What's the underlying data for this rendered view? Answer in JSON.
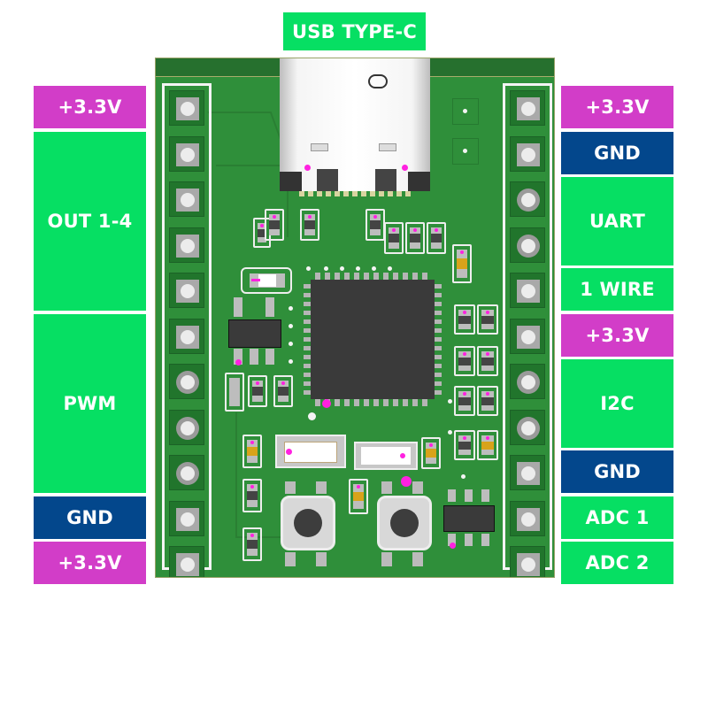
{
  "title_label": {
    "text": "USB TYPE-C",
    "color": "#06df63"
  },
  "colors": {
    "power": "#d23dc8",
    "ground": "#03478c",
    "signal": "#06df63",
    "pcb": "#2f8f3a",
    "silkscreen": "#f4f4f4",
    "marker": "#ff21e0"
  },
  "left_labels": [
    {
      "text": "+3.3V",
      "kind": "power",
      "pins": 1
    },
    {
      "text": "OUT 1-4",
      "kind": "signal",
      "pins": 4
    },
    {
      "text": "PWM",
      "kind": "signal",
      "pins": 4
    },
    {
      "text": "GND",
      "kind": "ground",
      "pins": 1
    },
    {
      "text": "+3.3V",
      "kind": "power",
      "pins": 1
    }
  ],
  "right_labels": [
    {
      "text": "+3.3V",
      "kind": "power",
      "pins": 1
    },
    {
      "text": "GND",
      "kind": "ground",
      "pins": 1
    },
    {
      "text": "UART",
      "kind": "signal",
      "pins": 2
    },
    {
      "text": "1 WIRE",
      "kind": "signal",
      "pins": 1
    },
    {
      "text": "+3.3V",
      "kind": "power",
      "pins": 1
    },
    {
      "text": "I2C",
      "kind": "signal",
      "pins": 2
    },
    {
      "text": "GND",
      "kind": "ground",
      "pins": 1
    },
    {
      "text": "ADC 1",
      "kind": "signal",
      "pins": 1
    },
    {
      "text": "ADC 2",
      "kind": "signal",
      "pins": 1
    }
  ],
  "board": {
    "left_header_pins": 11,
    "right_header_pins": 11,
    "buttons": 2,
    "components": [
      "usb-c-connector",
      "microcontroller",
      "voltage-regulator",
      "crystal",
      "reset-button",
      "boot-button",
      "op-amp"
    ]
  }
}
